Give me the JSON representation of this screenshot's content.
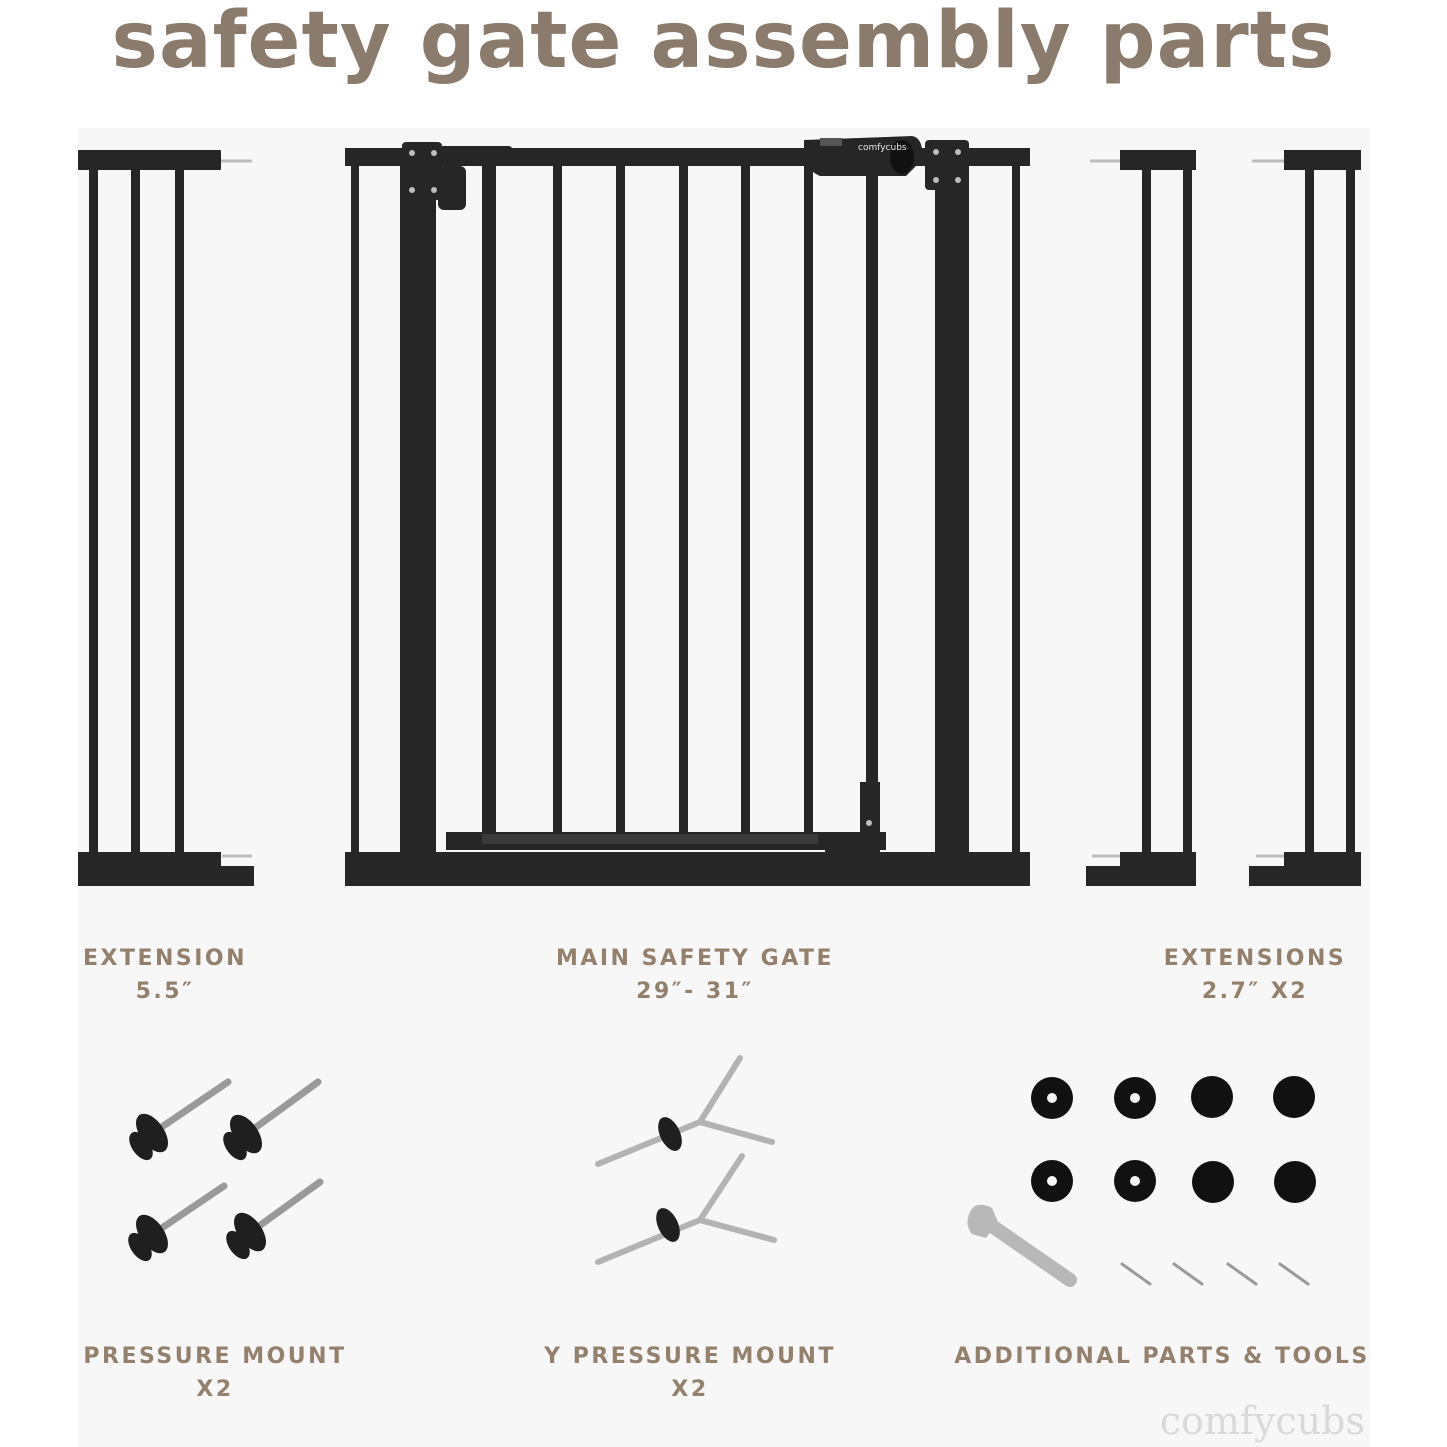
{
  "title": "safety gate assembly parts",
  "parts": [
    {
      "name": "EXTENSION",
      "detail": "5.5″"
    },
    {
      "name": "MAIN SAFETY GATE",
      "detail": "29″- 31″"
    },
    {
      "name": "EXTENSIONS",
      "detail": "2.7″ X2"
    },
    {
      "name": "PRESSURE MOUNT",
      "detail": "X2"
    },
    {
      "name": "Y PRESSURE MOUNT",
      "detail": "X2"
    },
    {
      "name": "ADDITIONAL PARTS & TOOLS",
      "detail": ""
    }
  ],
  "latch_brand": "comfycubs",
  "brand": "comfycubs",
  "colors": {
    "title": "#8b7b6c",
    "label": "#94816d",
    "metal": "#262626",
    "background": "#f7f7f7"
  }
}
